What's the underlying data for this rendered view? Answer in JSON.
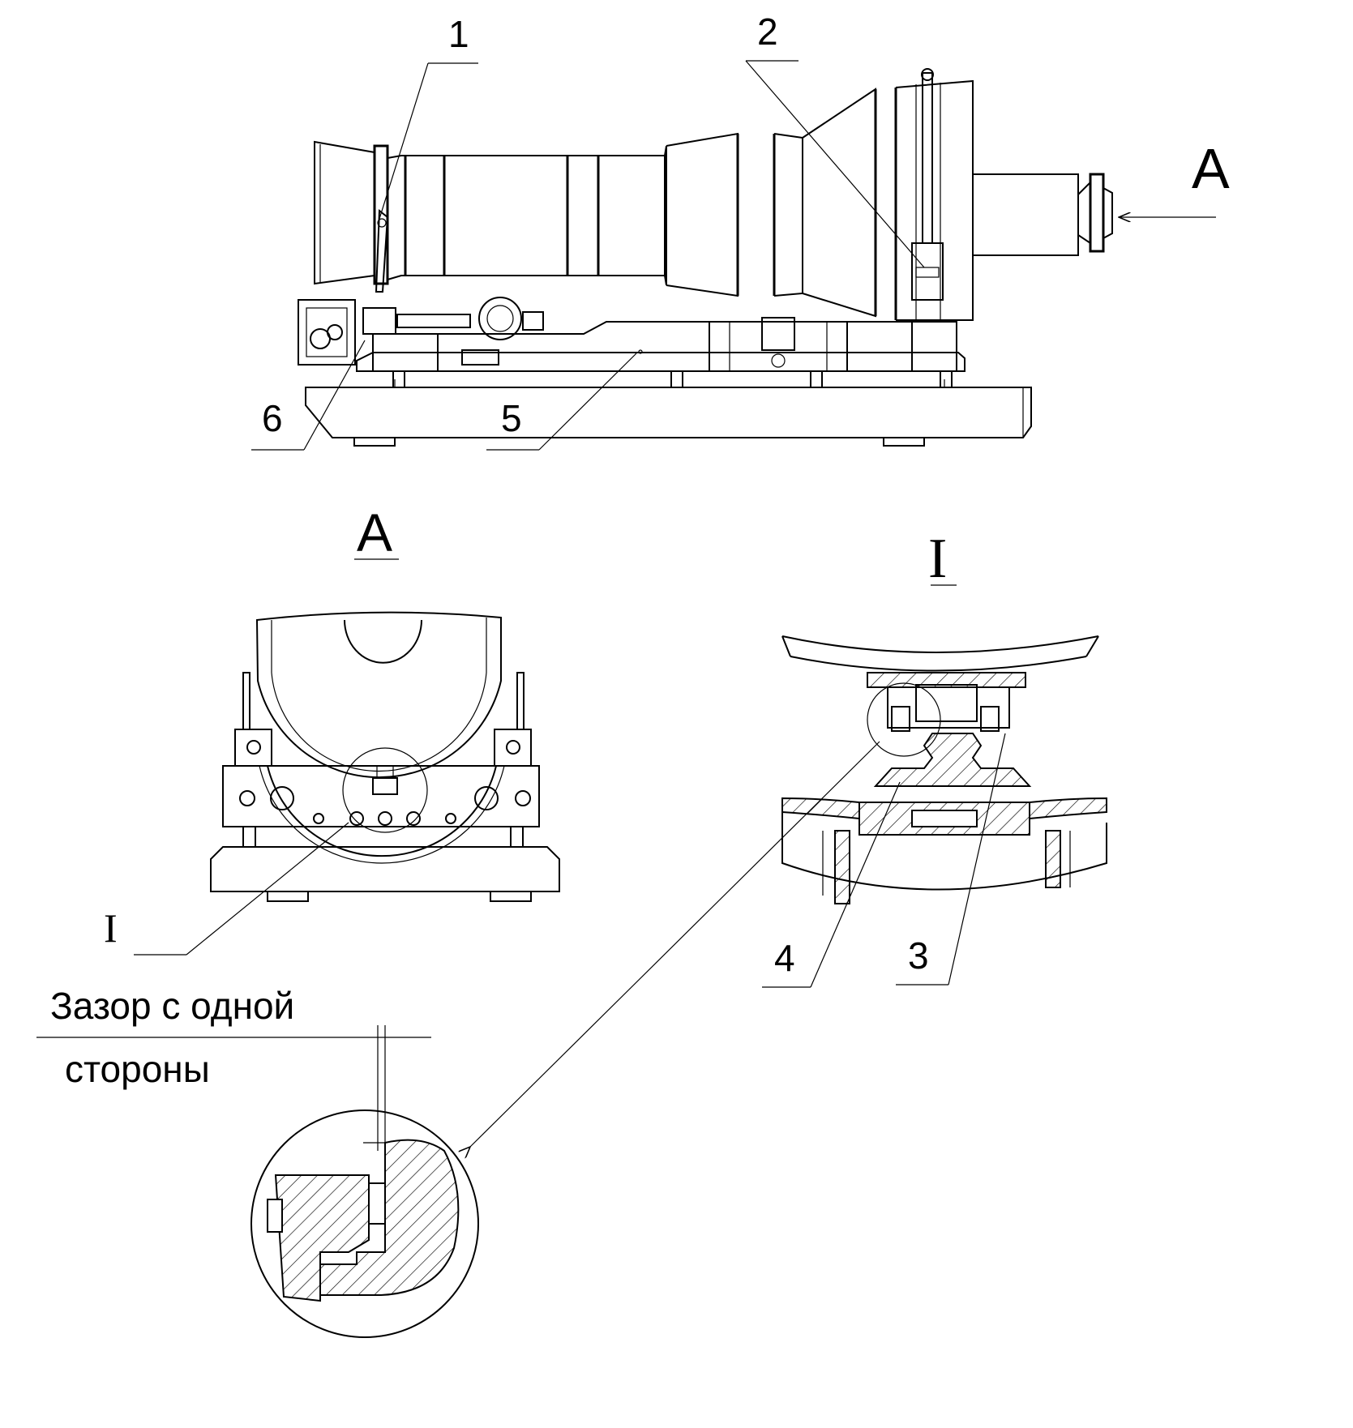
{
  "callouts": {
    "c1": "1",
    "c2": "2",
    "c3": "3",
    "c4": "4",
    "c5": "5",
    "c6": "6"
  },
  "views": {
    "arrow_label": "А",
    "view_a_title": "А",
    "detail_label_mark": "I",
    "detail_title": "I"
  },
  "gap_note": {
    "line1": "Зазор с одной",
    "line2": "стороны"
  }
}
